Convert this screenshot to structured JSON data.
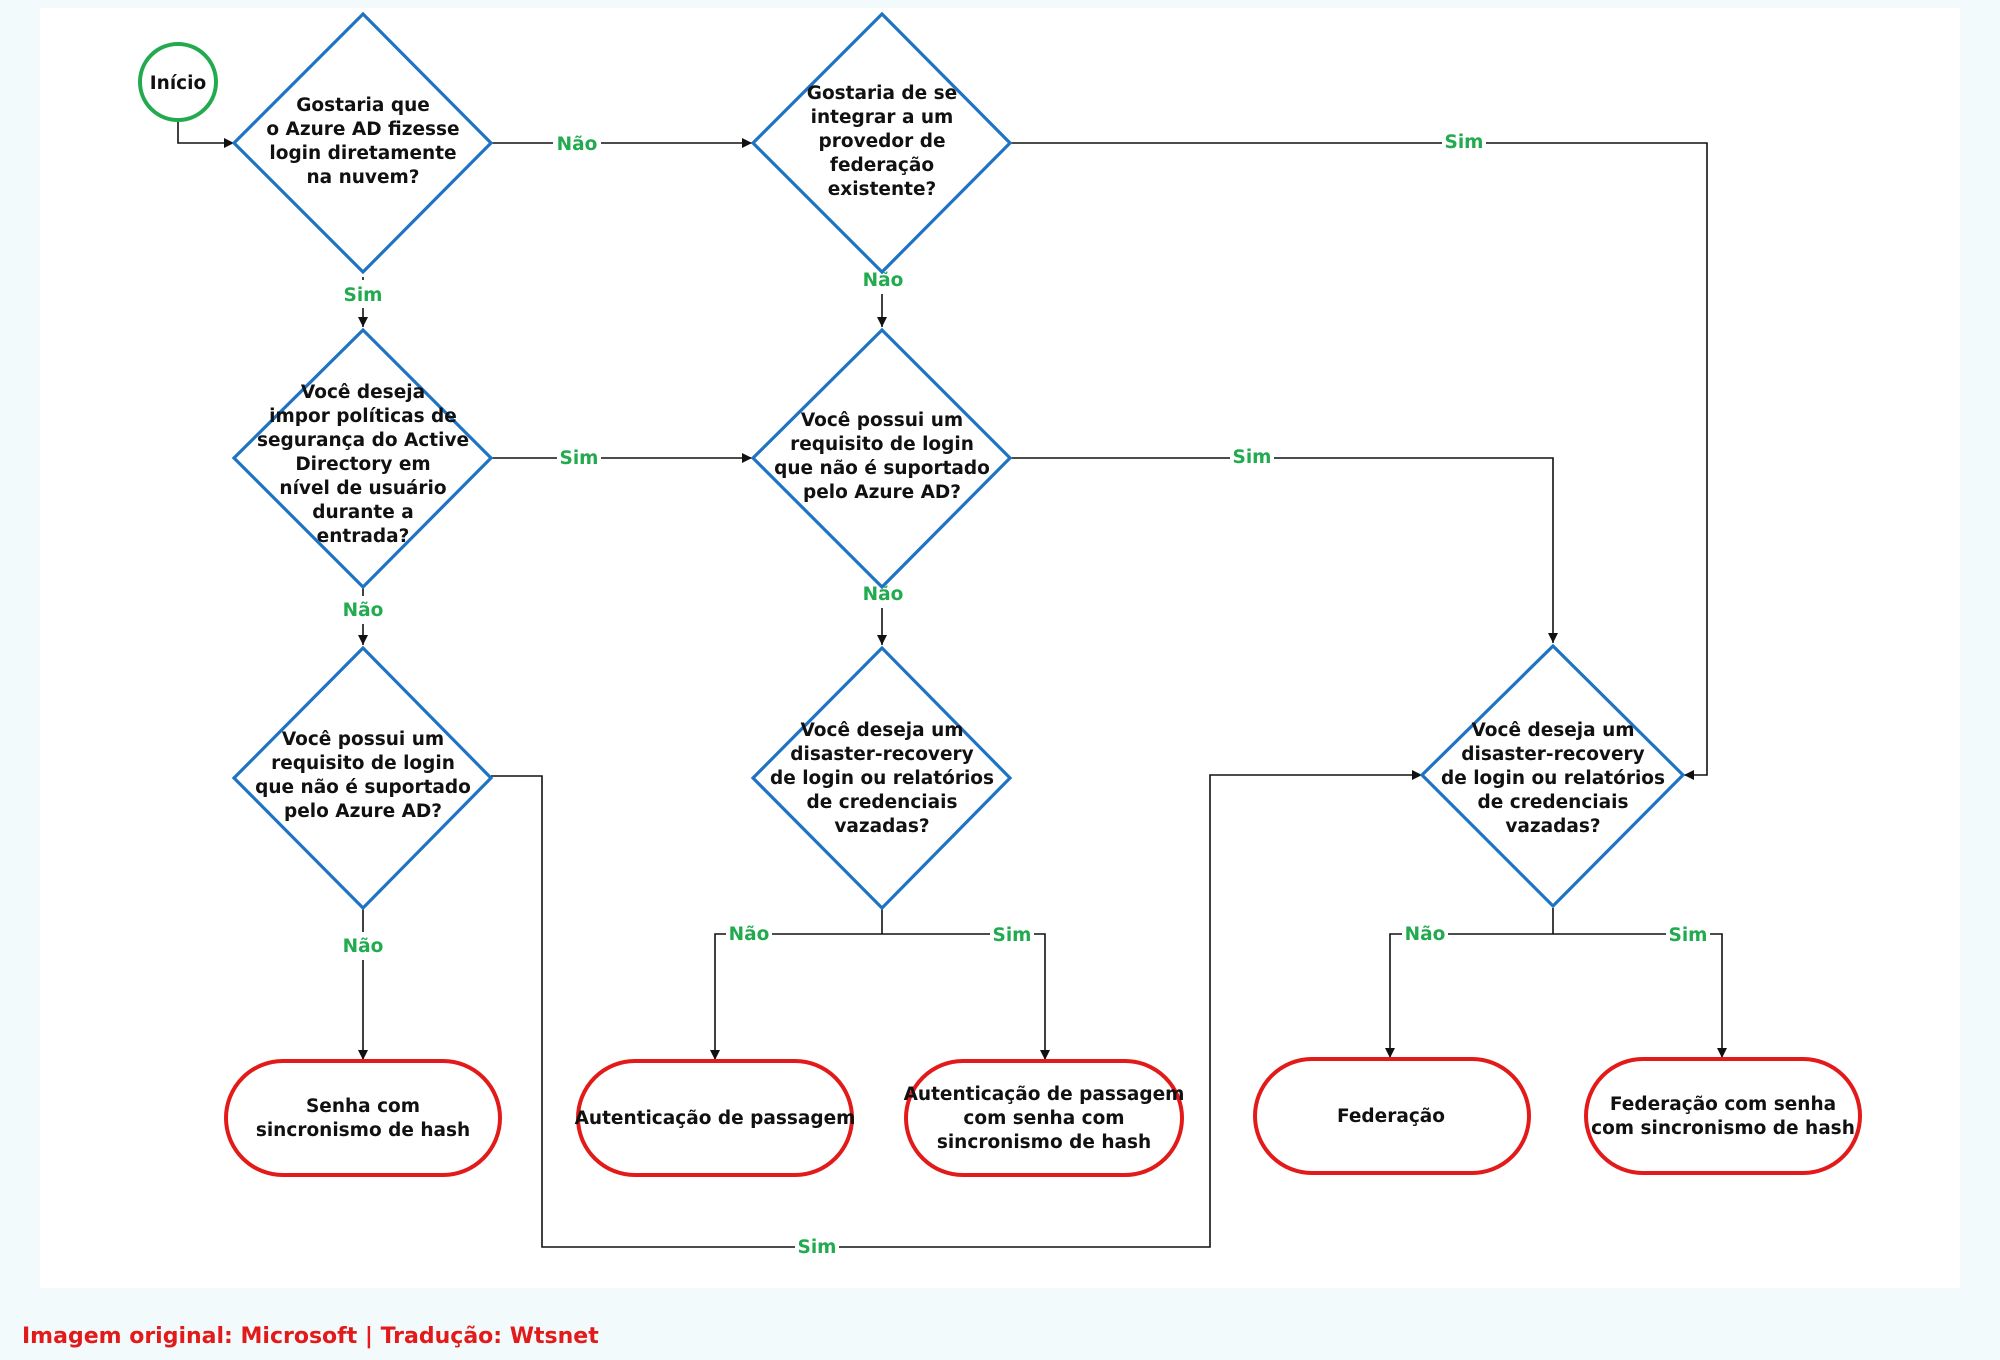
{
  "colors": {
    "decision_stroke": "#1f73c4",
    "terminal_stroke": "#e21a1a",
    "start_stroke": "#22aa4f",
    "edge_label": "#22aa4f",
    "credit": "#e21a1a"
  },
  "nodes": {
    "start": "Início",
    "q_cloud": [
      "Gostaria que",
      "o Azure AD fizesse",
      "login diretamente",
      "na nuvem?"
    ],
    "q_federation_provider": [
      "Gostaria de se",
      "integrar a um",
      "provedor de",
      "federação",
      "existente?"
    ],
    "q_policies": [
      "Você deseja",
      "impor políticas de",
      "segurança do Active",
      "Directory em",
      "nível de usuário",
      "durante a",
      "entrada?"
    ],
    "q_login_req_mid": [
      "Você possui um",
      "requisito de login",
      "que não é suportado",
      "pelo Azure AD?"
    ],
    "q_login_req_left": [
      "Você possui um",
      "requisito de login",
      "que não é suportado",
      "pelo Azure AD?"
    ],
    "q_dr_mid": [
      "Você deseja um",
      "disaster-recovery",
      "de login ou relatórios",
      "de credenciais",
      "vazadas?"
    ],
    "q_dr_right": [
      "Você deseja um",
      "disaster-recovery",
      "de login ou relatórios",
      "de credenciais",
      "vazadas?"
    ],
    "r_phs": [
      "Senha com",
      "sincronismo de hash"
    ],
    "r_pta": [
      "Autenticação de passagem"
    ],
    "r_pta_phs": [
      "Autenticação de passagem",
      "com senha com",
      "sincronismo de hash"
    ],
    "r_fed": [
      "Federação"
    ],
    "r_fed_phs": [
      "Federação com senha",
      "com sincronismo de hash"
    ]
  },
  "edge_labels": {
    "cloud_no": "Não",
    "cloud_yes": "Sim",
    "fedprov_yes": "Sim",
    "fedprov_no": "Não",
    "policies_yes": "Sim",
    "policies_no": "Não",
    "loginmid_yes": "Sim",
    "loginmid_no": "Não",
    "loginleft_no": "Não",
    "loginleft_yes": "Sim",
    "drmid_no": "Não",
    "drmid_yes": "Sim",
    "drright_no": "Não",
    "drright_yes": "Sim"
  },
  "credit": "Imagem original: Microsoft | Tradução: Wtsnet"
}
